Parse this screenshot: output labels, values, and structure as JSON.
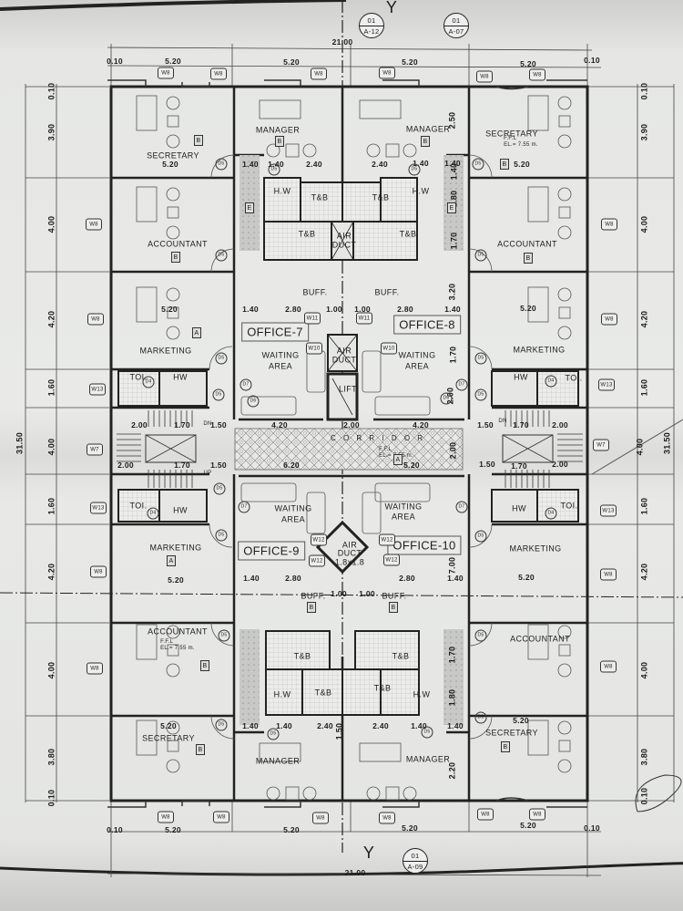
{
  "drawing": {
    "type": "architectural floor plan",
    "overall_width": "21.00",
    "overall_height": "31.50",
    "axis_label": "Y",
    "section_refs": [
      {
        "num": "01",
        "sheet": "A-12"
      },
      {
        "num": "01",
        "sheet": "A-07"
      },
      {
        "num": "01",
        "sheet": "A-09"
      }
    ]
  },
  "dimensions": {
    "top": [
      "0.10",
      "5.20",
      "5.20",
      "5.20",
      "5.20",
      "0.10"
    ],
    "bottom": [
      "0.10",
      "5.20",
      "5.20",
      "5.20",
      "5.20",
      "0.10"
    ],
    "left": [
      "0.10",
      "3.90",
      "4.00",
      "4.20",
      "1.60",
      "4.00",
      "1.60",
      "4.20",
      "4.00",
      "3.80",
      "0.10"
    ],
    "right": [
      "0.10",
      "3.90",
      "4.00",
      "4.20",
      "1.60",
      "4.00",
      "1.60",
      "4.20",
      "4.00",
      "3.80",
      "0.10"
    ],
    "interior": {
      "upper_row": [
        "1.40",
        "1.40",
        "2.40",
        "2.40",
        "1.40",
        "1.40"
      ],
      "buff_row": [
        "1.40",
        "2.80",
        "1.00",
        "1.00",
        "2.80",
        "1.40"
      ],
      "corridor_top": [
        "2.00",
        "1.70",
        "1.50",
        "4.20",
        "2.00",
        "4.20",
        "1.50",
        "1.70",
        "2.00"
      ],
      "corridor_bottom": [
        "2.00",
        "1.70",
        "1.50",
        "6.20",
        "5.20",
        "1.50",
        "1.70",
        "2.00"
      ],
      "lower_buff_row": [
        "1.40",
        "2.80",
        "1.00",
        "1.00",
        "2.80",
        "1.40"
      ],
      "lower_row": [
        "1.40",
        "1.40",
        "2.40",
        "2.40",
        "1.40",
        "1.40"
      ],
      "room_widths": [
        "5.20",
        "5.20",
        "5.20",
        "5.20",
        "5.20",
        "5.20"
      ],
      "vertical": [
        "2.50",
        "1.40",
        "1.80",
        "1.70",
        "3.20",
        "1.70",
        "2.00",
        "2.00",
        "7.00",
        "1.70",
        "1.80",
        "1.50",
        "2.20"
      ]
    }
  },
  "offices": [
    "OFFICE-7",
    "OFFICE-8",
    "OFFICE-9",
    "OFFICE-10"
  ],
  "rooms": {
    "secretary": "SECRETARY",
    "manager": "MANAGER",
    "accountant": "ACCOUNTANT",
    "marketing": "MARKETING",
    "waiting_1": "WAITING",
    "waiting_2": "AREA",
    "buff": "BUFF.",
    "hw": "H.W",
    "hw2": "HW",
    "tb": "T&B",
    "toi": "TOI.",
    "air_1": "AIR",
    "air_2": "DUCT",
    "air_size": "1.8x1.8",
    "lift": "LIFT",
    "corridor": "C O R R I D O R",
    "up": "UP",
    "dn": "DN"
  },
  "ffl": {
    "label": "F.F.L",
    "elevation": "EL.= 7.55 m."
  },
  "tags": {
    "windows": [
      "W8",
      "W7",
      "W13",
      "W10",
      "W11",
      "W12"
    ],
    "doors": [
      "D5",
      "D6",
      "D7",
      "D4"
    ],
    "categories": [
      "A",
      "B",
      "E"
    ]
  }
}
